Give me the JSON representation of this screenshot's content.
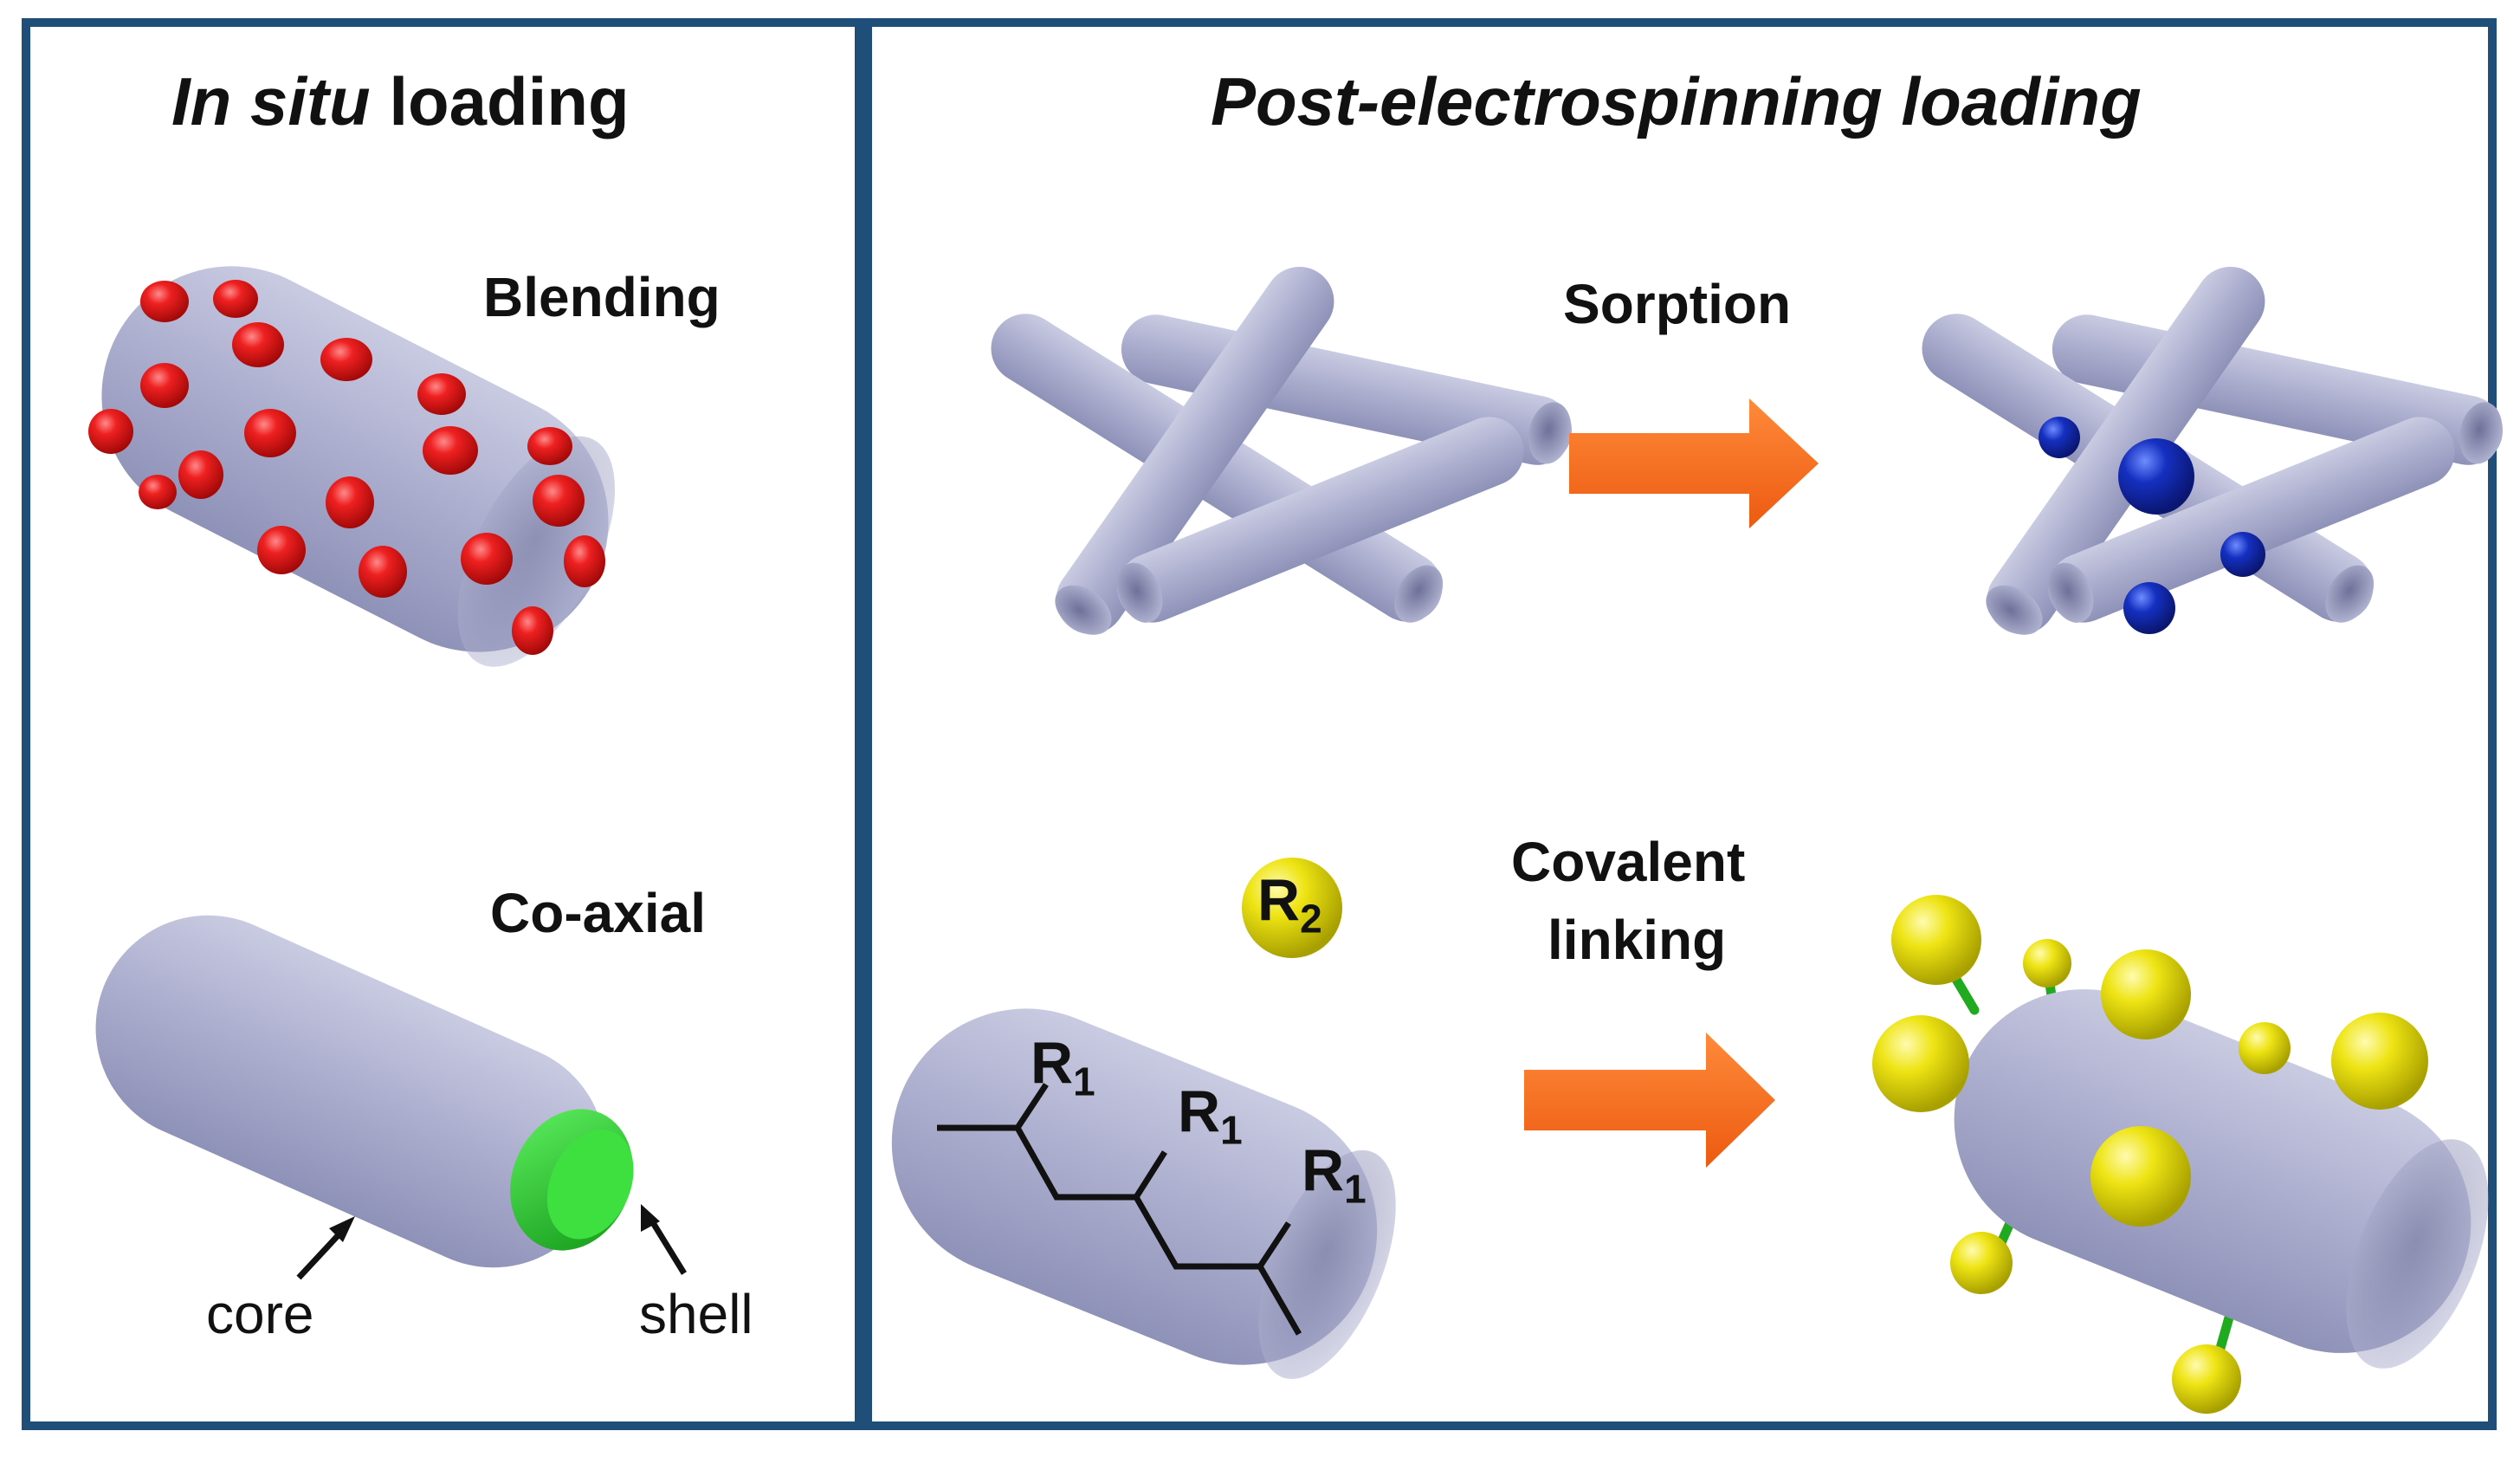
{
  "titles": {
    "left_italic": "In situ",
    "left_rest": " loading",
    "right": "Post-electrospinning loading"
  },
  "labels": {
    "blending": "Blending",
    "coaxial": "Co-axial",
    "core": "core",
    "shell": "shell",
    "sorption": "Sorption",
    "covalent_line1": "Covalent",
    "covalent_line2": "linking"
  },
  "chem": {
    "r1": "R",
    "r1_sub": "1",
    "r2": "R",
    "r2_sub": "2"
  },
  "colors": {
    "border": "#1f4e79",
    "fiber": "#a9abcc",
    "fiber_dark": "#7f82a8",
    "red_particle": "#e01010",
    "blue_particle": "#1530b8",
    "green_shell": "#22c22a",
    "yellow_sphere": "#e6e010",
    "green_linker": "#1faa1f",
    "arrow": "#f46a1e"
  }
}
